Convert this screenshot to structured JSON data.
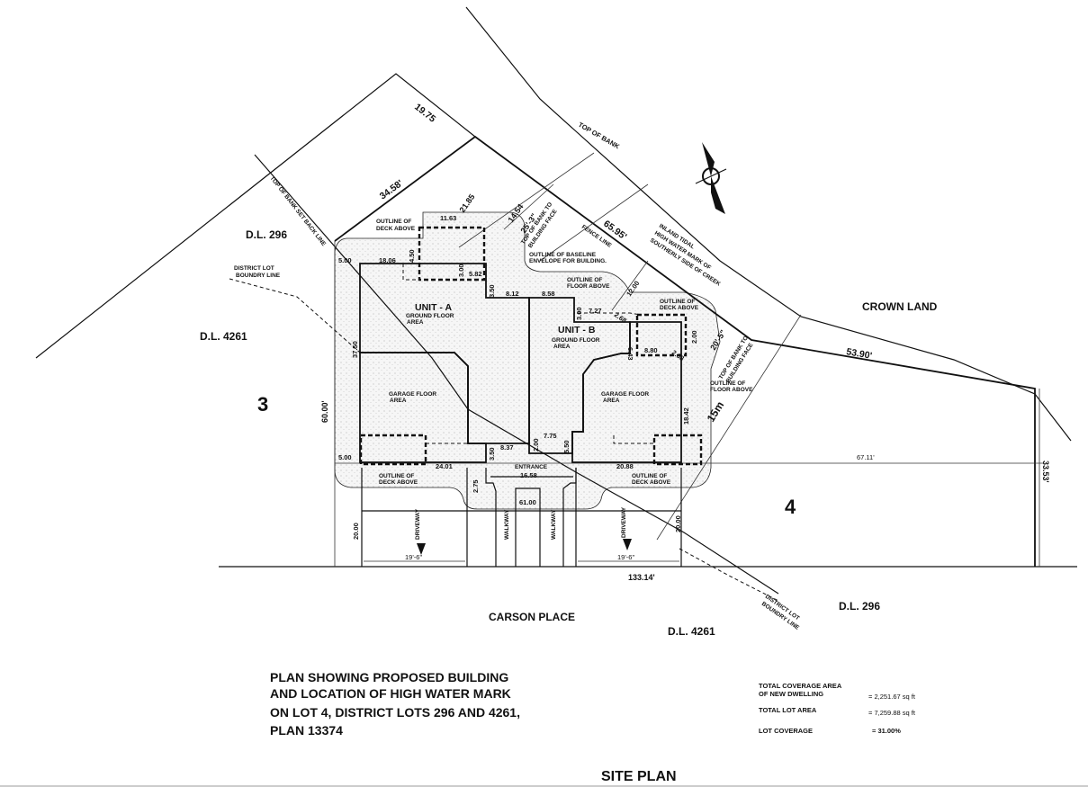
{
  "title": {
    "line1": "PLAN SHOWING PROPOSED BUILDING",
    "line2": "AND LOCATION OF HIGH WATER MARK",
    "line3": "ON LOT 4, DISTRICT LOTS 296 AND 4261,",
    "line4": "PLAN 13374"
  },
  "sheet_title": "SITE PLAN",
  "summary": {
    "coverage_label1": "TOTAL COVERAGE AREA",
    "coverage_label2": "OF NEW DWELLING",
    "coverage_value": "=   2,251.67 sq ft",
    "lot_area_label": "TOTAL LOT AREA",
    "lot_area_value": "=   7,259.88 sq ft",
    "lot_coverage_label": "LOT COVERAGE",
    "lot_coverage_value": "=    31.00%"
  },
  "areas": {
    "dl296_left": "D.L. 296",
    "dl4261_left": "D.L. 4261",
    "lot3": "3",
    "lot4": "4",
    "crown_land": "CROWN LAND",
    "carson_place": "CARSON PLACE",
    "dl4261_bottom": "D.L. 4261",
    "dl296_bottom": "D.L. 296"
  },
  "notes": {
    "top_of_bank": "TOP OF BANK",
    "setback_line": "TOP OF BANK SET BACK LINE",
    "district_boundary_left1": "DISTRICT LOT",
    "district_boundary_left2": "BOUNDRY LINE",
    "district_boundary_right1": "DISTRICT LOT",
    "district_boundary_right2": "BOUNDRY LINE",
    "hwm1": "INLAND TIDAL",
    "hwm2": "HIGH WATER MARK OF",
    "hwm3": "SOUTHERLY SIDE OF CREEK",
    "fence_line": "FENCE LINE",
    "tob_face_a1": "TOP OF BANK TO",
    "tob_face_a2": "BUILDING FACE",
    "tob_face_b1": "TOP OF BANK TO",
    "tob_face_b2": "BUILDING FACE",
    "deck_a_top1": "OUTLINE OF",
    "deck_a_top2": "DECK ABOVE",
    "baseline1": "OUTLINE OF BASELINE",
    "baseline2": "ENVELOPE FOR BUILDING.",
    "floor_above1": "OUTLINE OF",
    "floor_above2": "FLOOR ABOVE",
    "deck_b_top1": "OUTLINE OF",
    "deck_b_top2": "DECK ABOVE",
    "floor_above_r1": "OUTLINE OF",
    "floor_above_r2": "FLOOR ABOVE",
    "deck_a_bot1": "OUTLINE OF",
    "deck_a_bot2": "DECK ABOVE",
    "deck_b_bot1": "OUTLINE OF",
    "deck_b_bot2": "DECK ABOVE",
    "unit_a": "UNIT - A",
    "unit_a_sub1": "GROUND FLOOR",
    "unit_a_sub2": "AREA",
    "unit_b": "UNIT - B",
    "unit_b_sub1": "GROUND FLOOR",
    "unit_b_sub2": "AREA",
    "garage_a1": "GARAGE FLOOR",
    "garage_a2": "AREA",
    "garage_b1": "GARAGE FLOOR",
    "garage_b2": "AREA",
    "entrance": "ENTRANCE",
    "walkway1": "WALKWAY",
    "walkway2": "WALKWAY",
    "driveway1": "DRIVEWAY",
    "driveway2": "DRIVEWAY"
  },
  "dimensions": {
    "d1975": "19.75",
    "d3458": "34.58'",
    "d6595": "65.95'",
    "d5390": "53.90'",
    "d6000": "60.00'",
    "d6711": "67.11'",
    "d3353": "33.53'",
    "d13314": "133.14'",
    "d2185": "21.85",
    "d1454": "14.54",
    "d253": "25'-3\"",
    "d205": "20'-5\"",
    "d15m": "15m",
    "d1163": "11.63",
    "d500a": "5.00",
    "d1806": "18.06",
    "d450": "4.50",
    "d300a": "3.00",
    "d582": "5.82",
    "d350a": "3.50",
    "d812": "8.12",
    "d858": "8.58",
    "d1200": "12.00",
    "d300b": "3.00",
    "d727": "7.27",
    "d268a": "2.68",
    "d643": "6.43",
    "d200a": "2.00",
    "d880": "8.80",
    "d268b": "2.68",
    "d3750": "37.50",
    "d1842": "18.42",
    "d500b": "5.00",
    "d2401": "24.01",
    "d350b": "3.50",
    "d837": "8.37",
    "d200b": "2.00",
    "d775": "7.75",
    "d550": "5.50",
    "d1658": "16.58",
    "d275": "2.75",
    "d6100": "61.00",
    "d2088": "20.88",
    "d2000a": "20.00",
    "d2000b": "20.00",
    "d196a": "19'-6\"",
    "d196b": "19'-6\""
  },
  "icons": {
    "north_arrow": "north-arrow-icon"
  }
}
